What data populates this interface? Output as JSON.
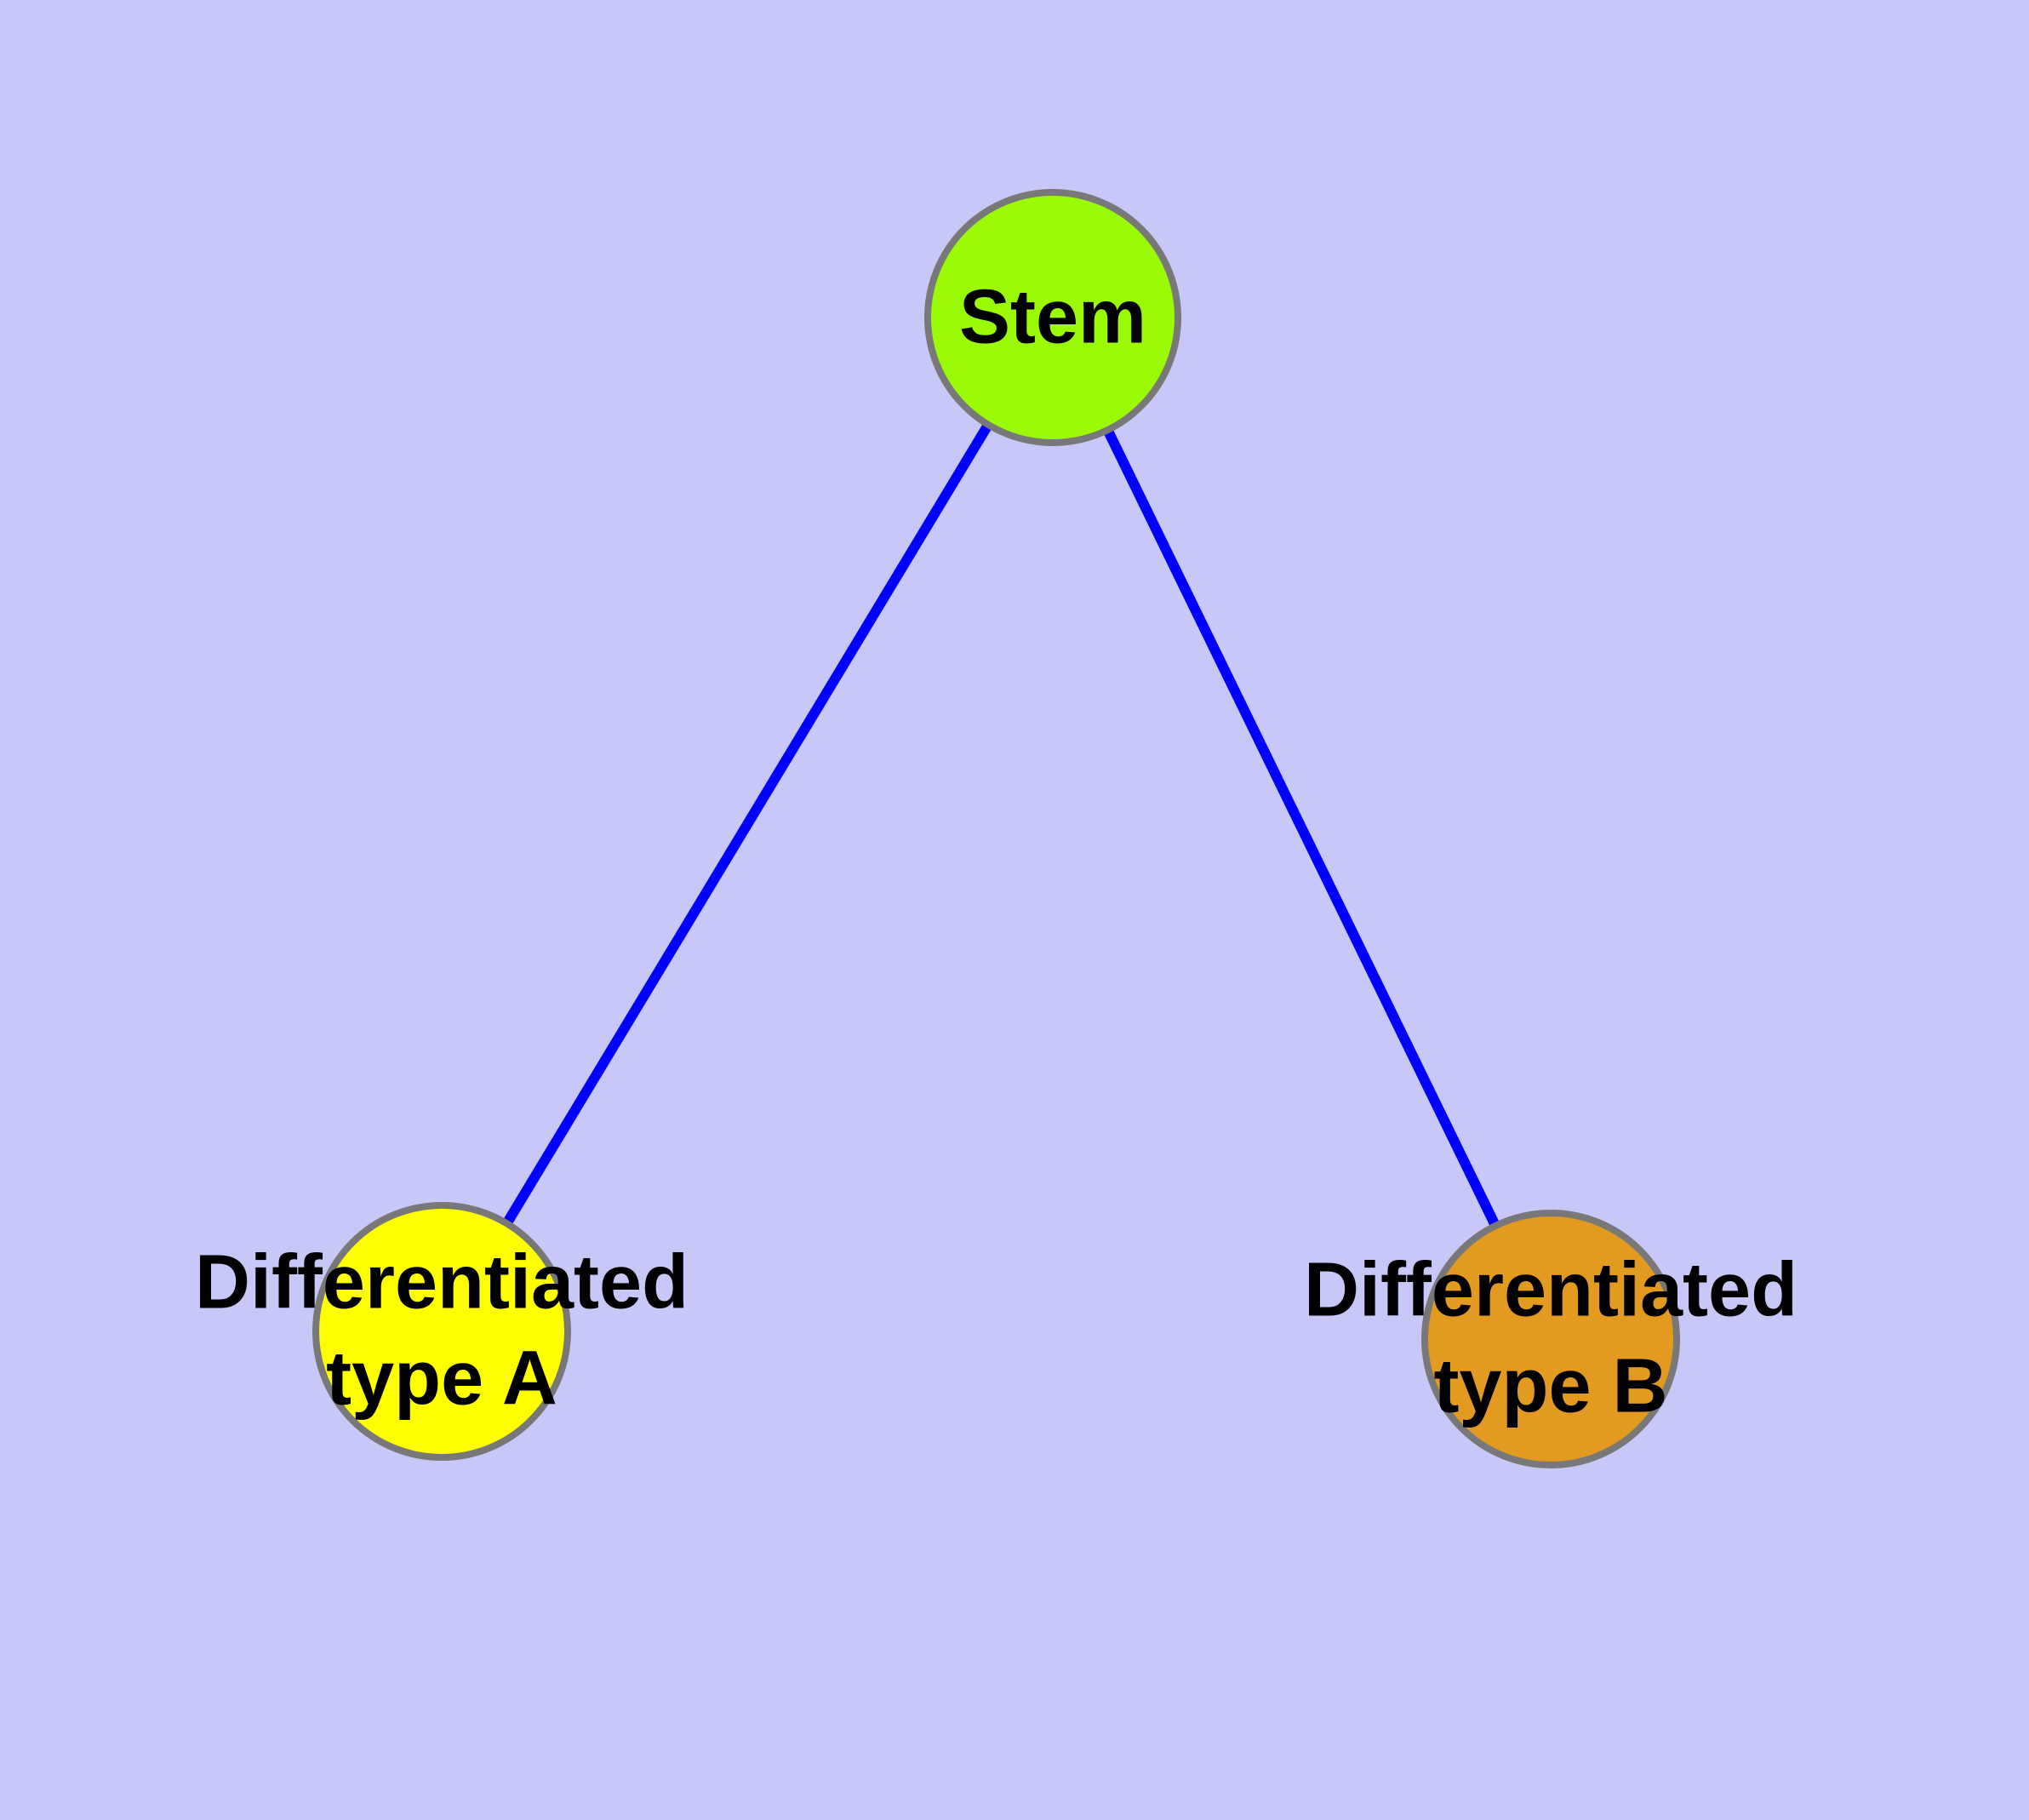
{
  "diagram": {
    "background_color": "#C8C8F8",
    "edge_color": "#0000FF",
    "node_border_color": "#787878",
    "label_color": "#000000",
    "nodes": [
      {
        "id": "stem",
        "label": "Stem",
        "fill": "#9BFA05"
      },
      {
        "id": "differentiated-type-a",
        "label": "Differentiated type A",
        "label_line1": "Differentiated",
        "label_line2": "type A",
        "fill": "#FFFF00"
      },
      {
        "id": "differentiated-type-b",
        "label": "Differentiated type B",
        "label_line1": "Differentiated",
        "label_line2": "type B",
        "fill": "#E39A20"
      }
    ],
    "edges": [
      {
        "from": "Stem",
        "to": "Differentiated type A"
      },
      {
        "from": "Stem",
        "to": "Differentiated type B"
      }
    ]
  }
}
